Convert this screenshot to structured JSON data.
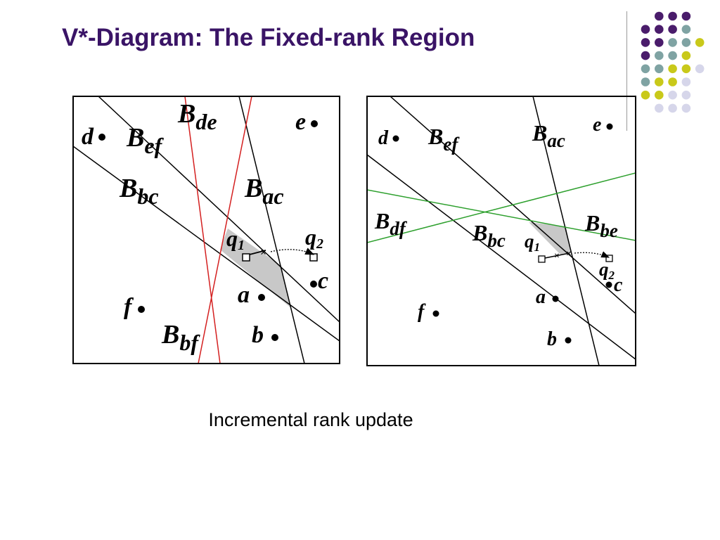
{
  "slide": {
    "title": "V*-Diagram: The Fixed-rank Region",
    "caption": "Incremental rank update"
  },
  "colors": {
    "title": "#3a1466",
    "dot_purple": "#4a1c6b",
    "dot_teal": "#7fa3a3",
    "dot_yellow": "#c9c91a",
    "dot_lavender": "#d6d6ea",
    "line_red": "#d42020",
    "line_green": "#2ea02e",
    "region_fill": "#c8c8c8"
  },
  "left_panel": {
    "points": {
      "d": "d",
      "e": "e",
      "c": "c",
      "a": "a",
      "b": "b",
      "f": "f"
    },
    "bisectors": {
      "de": {
        "base": "B",
        "sub": "de"
      },
      "ef": {
        "base": "B",
        "sub": "ef"
      },
      "bc": {
        "base": "B",
        "sub": "bc"
      },
      "ac": {
        "base": "B",
        "sub": "ac"
      },
      "bf": {
        "base": "B",
        "sub": "bf"
      }
    },
    "queries": {
      "q1": {
        "base": "q",
        "sub": "1"
      },
      "q2": {
        "base": "q",
        "sub": "2"
      }
    }
  },
  "right_panel": {
    "points": {
      "d": "d",
      "e": "e",
      "c": "c",
      "a": "a",
      "b": "b",
      "f": "f"
    },
    "bisectors": {
      "ef": {
        "base": "B",
        "sub": "ef"
      },
      "ac": {
        "base": "B",
        "sub": "ac"
      },
      "df": {
        "base": "B",
        "sub": "df"
      },
      "bc": {
        "base": "B",
        "sub": "bc"
      },
      "be": {
        "base": "B",
        "sub": "be"
      }
    },
    "queries": {
      "q1": {
        "base": "q",
        "sub": "1"
      },
      "q2": {
        "base": "q",
        "sub": "2"
      }
    }
  }
}
